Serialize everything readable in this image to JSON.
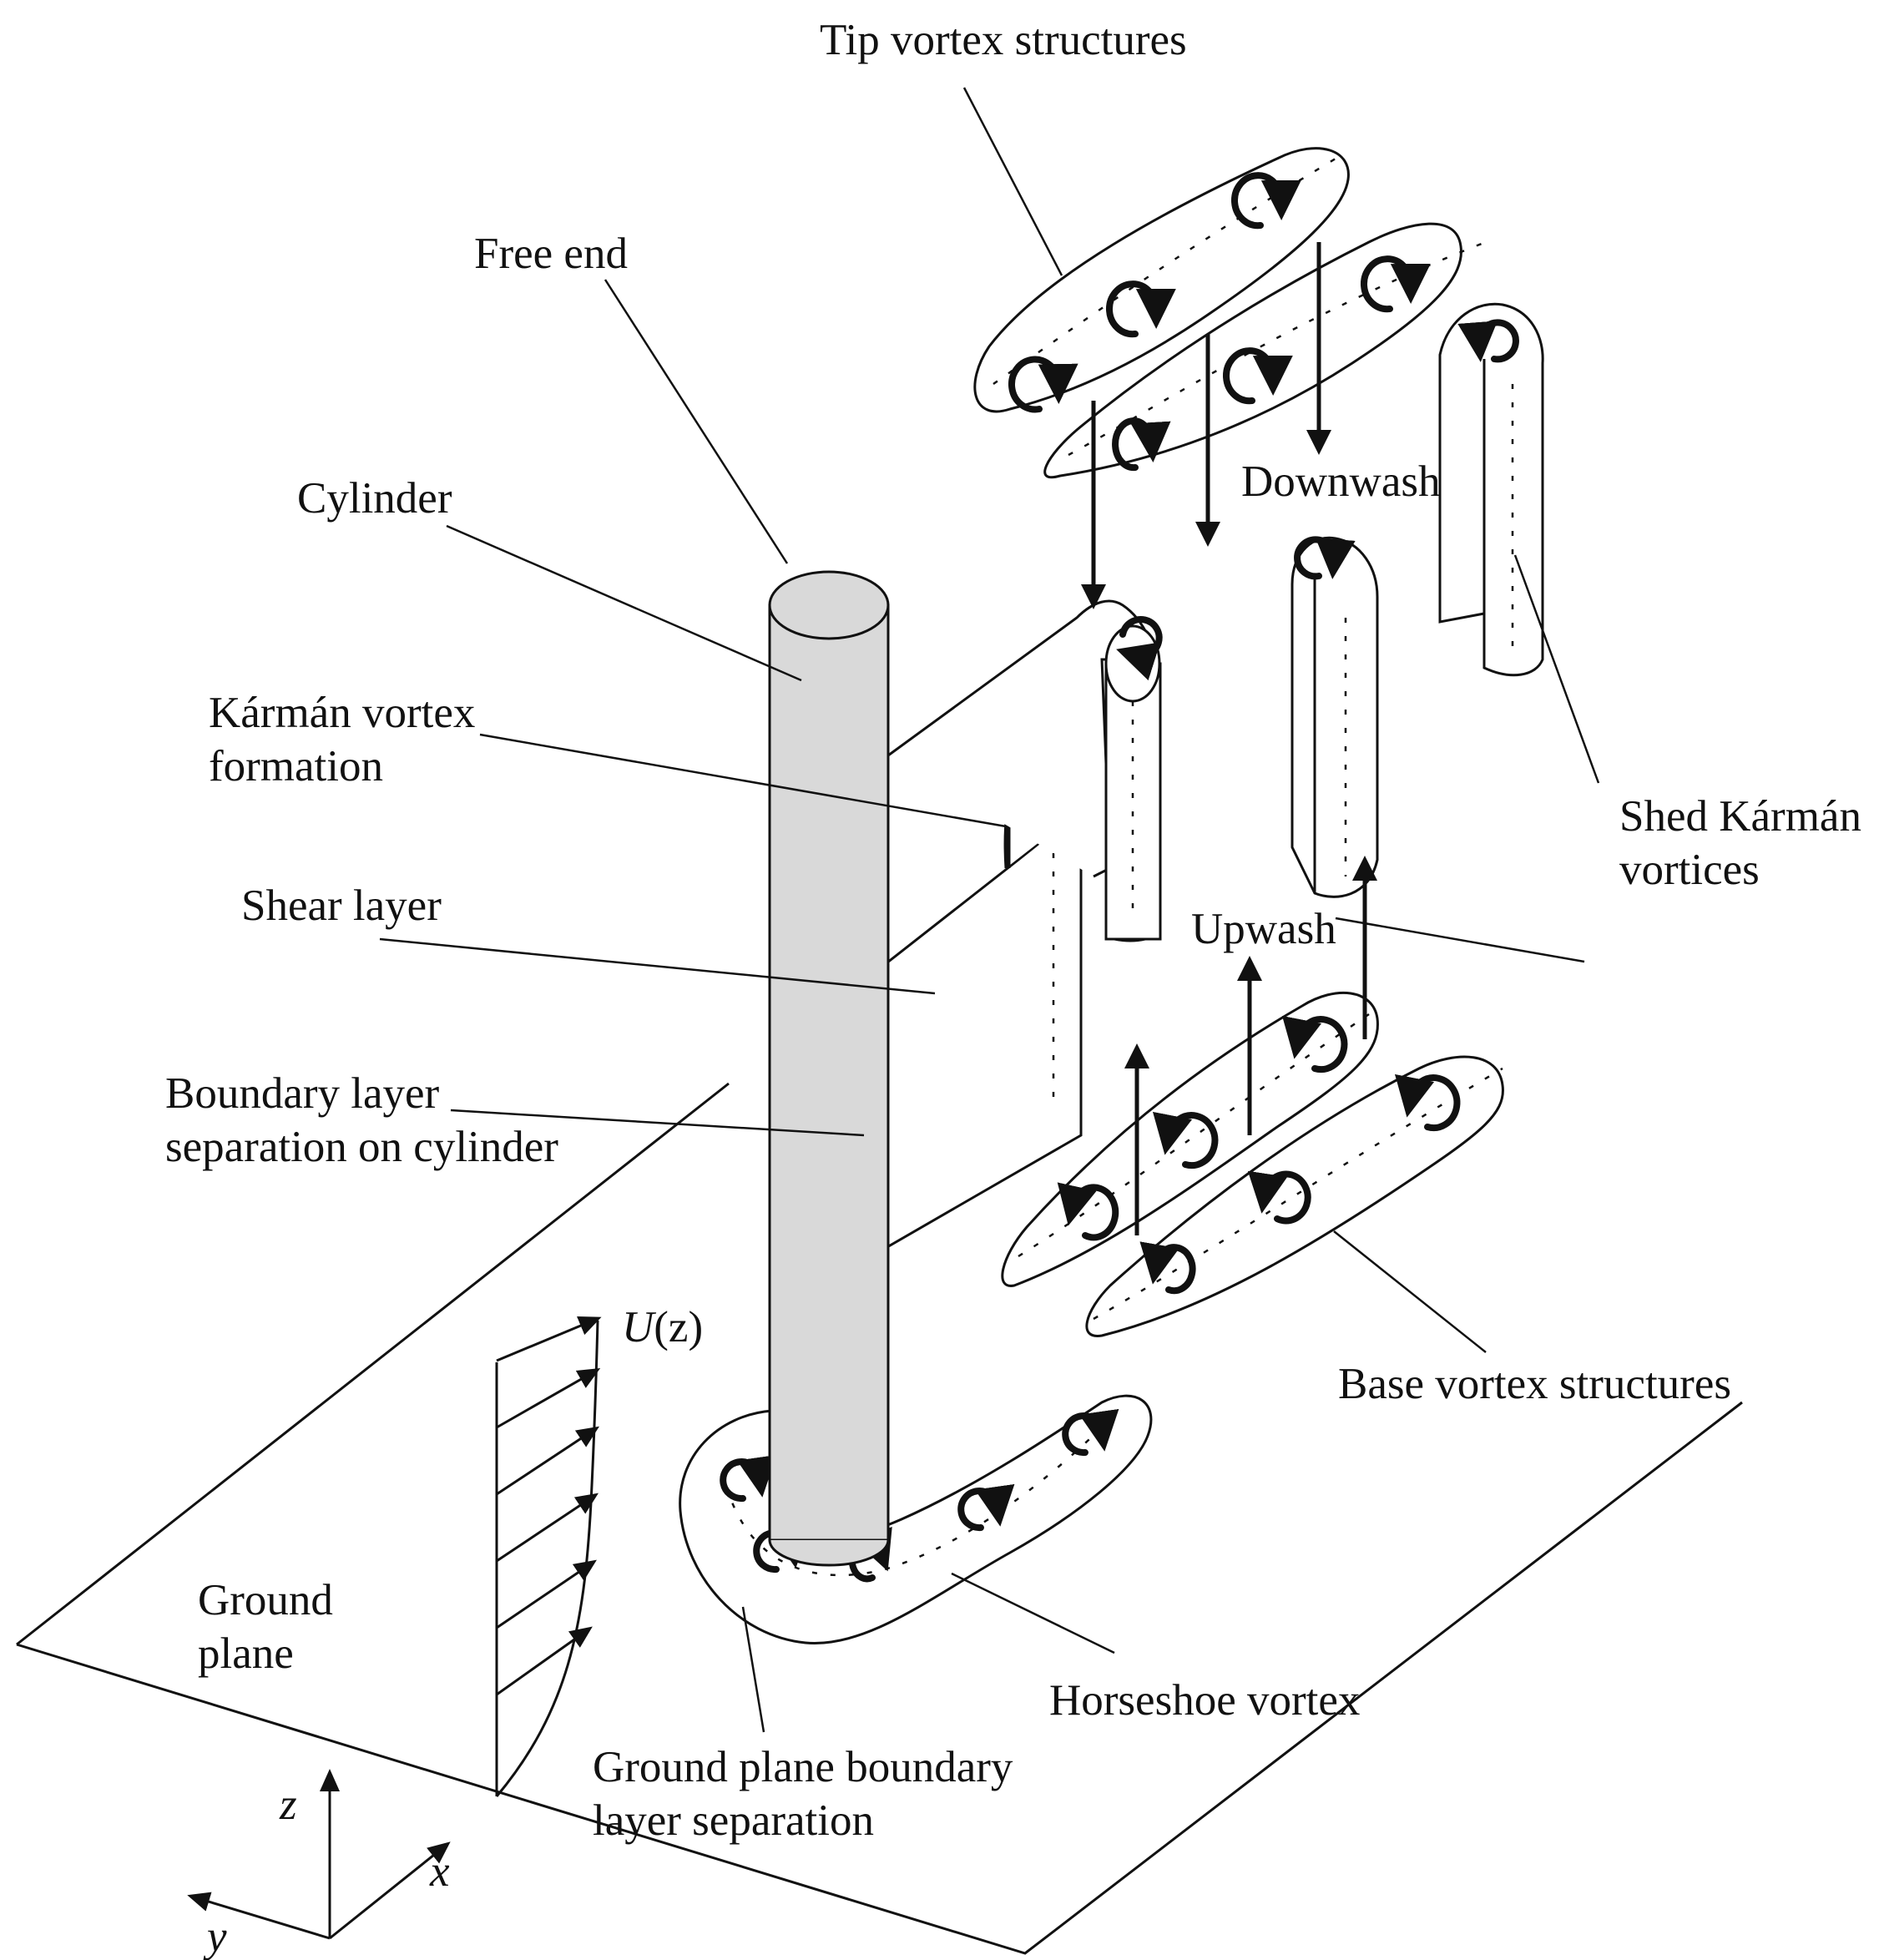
{
  "labels": {
    "tip_vortex": "Tip vortex structures",
    "free_end": "Free end",
    "cylinder": "Cylinder",
    "downwash": "Downwash",
    "karman_formation": [
      "Kármán vortex",
      "formation"
    ],
    "shed_karman": [
      "Shed Kármán",
      "vortices"
    ],
    "shear_layer": "Shear layer",
    "upwash": "Upwash",
    "boundary_sep": [
      "Boundary layer",
      "separation on cylinder"
    ],
    "uz": "U(z)",
    "uz_symbol": "U",
    "uz_arg": "(z)",
    "base_vortex": "Base vortex structures",
    "ground_plane": [
      "Ground",
      "plane"
    ],
    "horseshoe": "Horseshoe vortex",
    "ground_sep": [
      "Ground plane boundary",
      "layer separation"
    ],
    "axis_z": "z",
    "axis_x": "x",
    "axis_y": "y"
  },
  "colors": {
    "cylinder_fill": "#d9d9d9",
    "ink": "#111111",
    "background": "#ffffff"
  }
}
